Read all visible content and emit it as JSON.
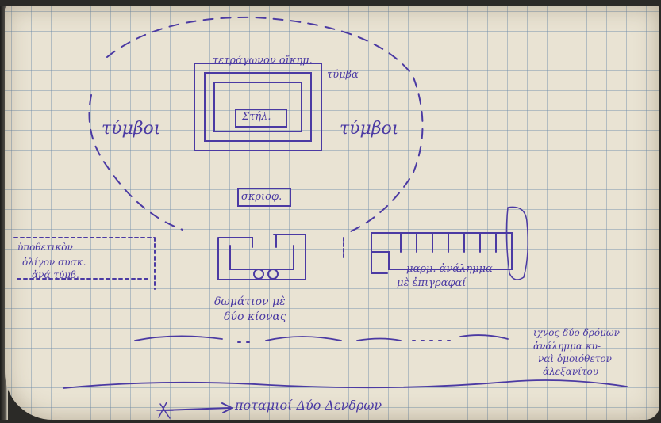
{
  "sketch": {
    "ink_color": "#4b3aa3",
    "paper_color": "#e9e3d3",
    "grid_color": "#8ca3bb",
    "labels": {
      "tetragonon": "τετράγωνον οἴκημ.",
      "tymba": "τύμβα",
      "stele": "Στήλ.",
      "tymbos_left": "τύμβοι",
      "tymbos_right": "τύμβοι",
      "skrioph": "σκριοφ.",
      "hypothetikon_1": "ὑποθετικὸν",
      "hypothetikon_2": "ὁλίγον συσκ.",
      "hypothetikon_3": "ἀνά τύμβ.",
      "dipaton_1": "δωμάτιον μὲ",
      "dipaton_2": "δύο κίονας",
      "marmara_1": "μαρμ. ἀνάλημμα",
      "marmara_2": "μὲ ἐπιγραφαί",
      "road_note_1": "ιχνος δύο δρόμων",
      "road_note_2": "ἀνάλημμα κυ-",
      "road_note_3": "ναὶ ὁμοιόθετον",
      "road_note_4": "ἀλεξανίτου",
      "river_label": "ποταμιοί Δύο Δενδρων"
    }
  }
}
